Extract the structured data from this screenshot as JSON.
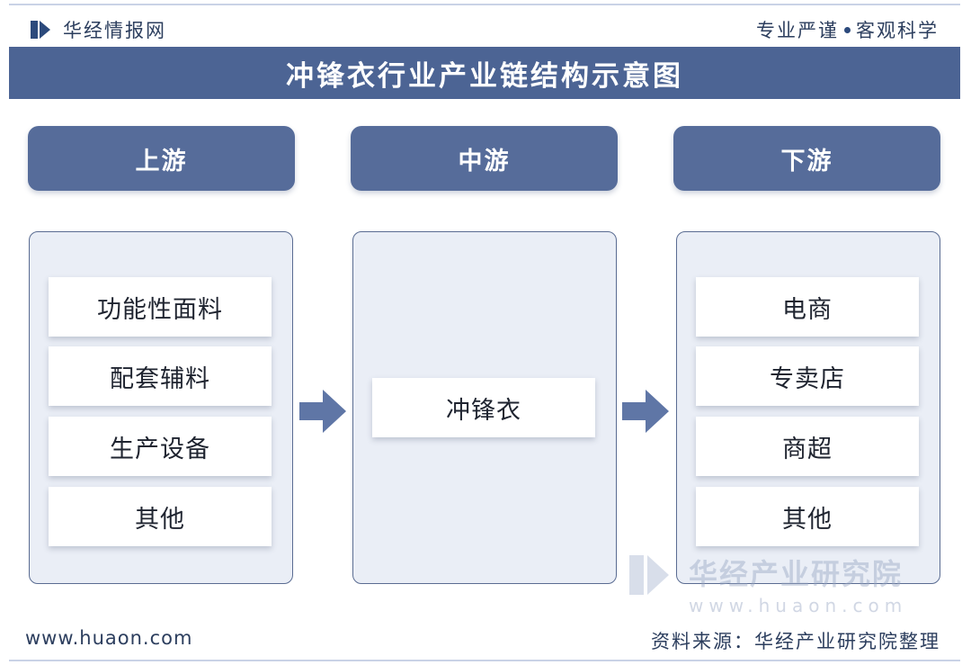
{
  "header": {
    "logo_text": "华经情报网",
    "slogan_left": "专业严谨",
    "slogan_right": "客观科学"
  },
  "title": "冲锋衣行业产业链结构示意图",
  "stages": [
    {
      "label": "上游",
      "items": [
        "功能性面料",
        "配套辅料",
        "生产设备",
        "其他"
      ]
    },
    {
      "label": "中游",
      "items": [
        "冲锋衣"
      ]
    },
    {
      "label": "下游",
      "items": [
        "电商",
        "专卖店",
        "商超",
        "其他"
      ]
    }
  ],
  "arrows": [
    {
      "from": "上游",
      "to": "中游"
    },
    {
      "from": "中游",
      "to": "下游"
    }
  ],
  "watermark": {
    "name": "华经产业研究院",
    "url": "www.huaon.com"
  },
  "footer": {
    "url": "www.huaon.com",
    "source": "资料来源：华经产业研究院整理"
  },
  "colors": {
    "title_bar": "#4c6494",
    "stage_head": "#566c9a",
    "panel_bg": "#eaeef6",
    "arrow": "#5f76a6"
  }
}
